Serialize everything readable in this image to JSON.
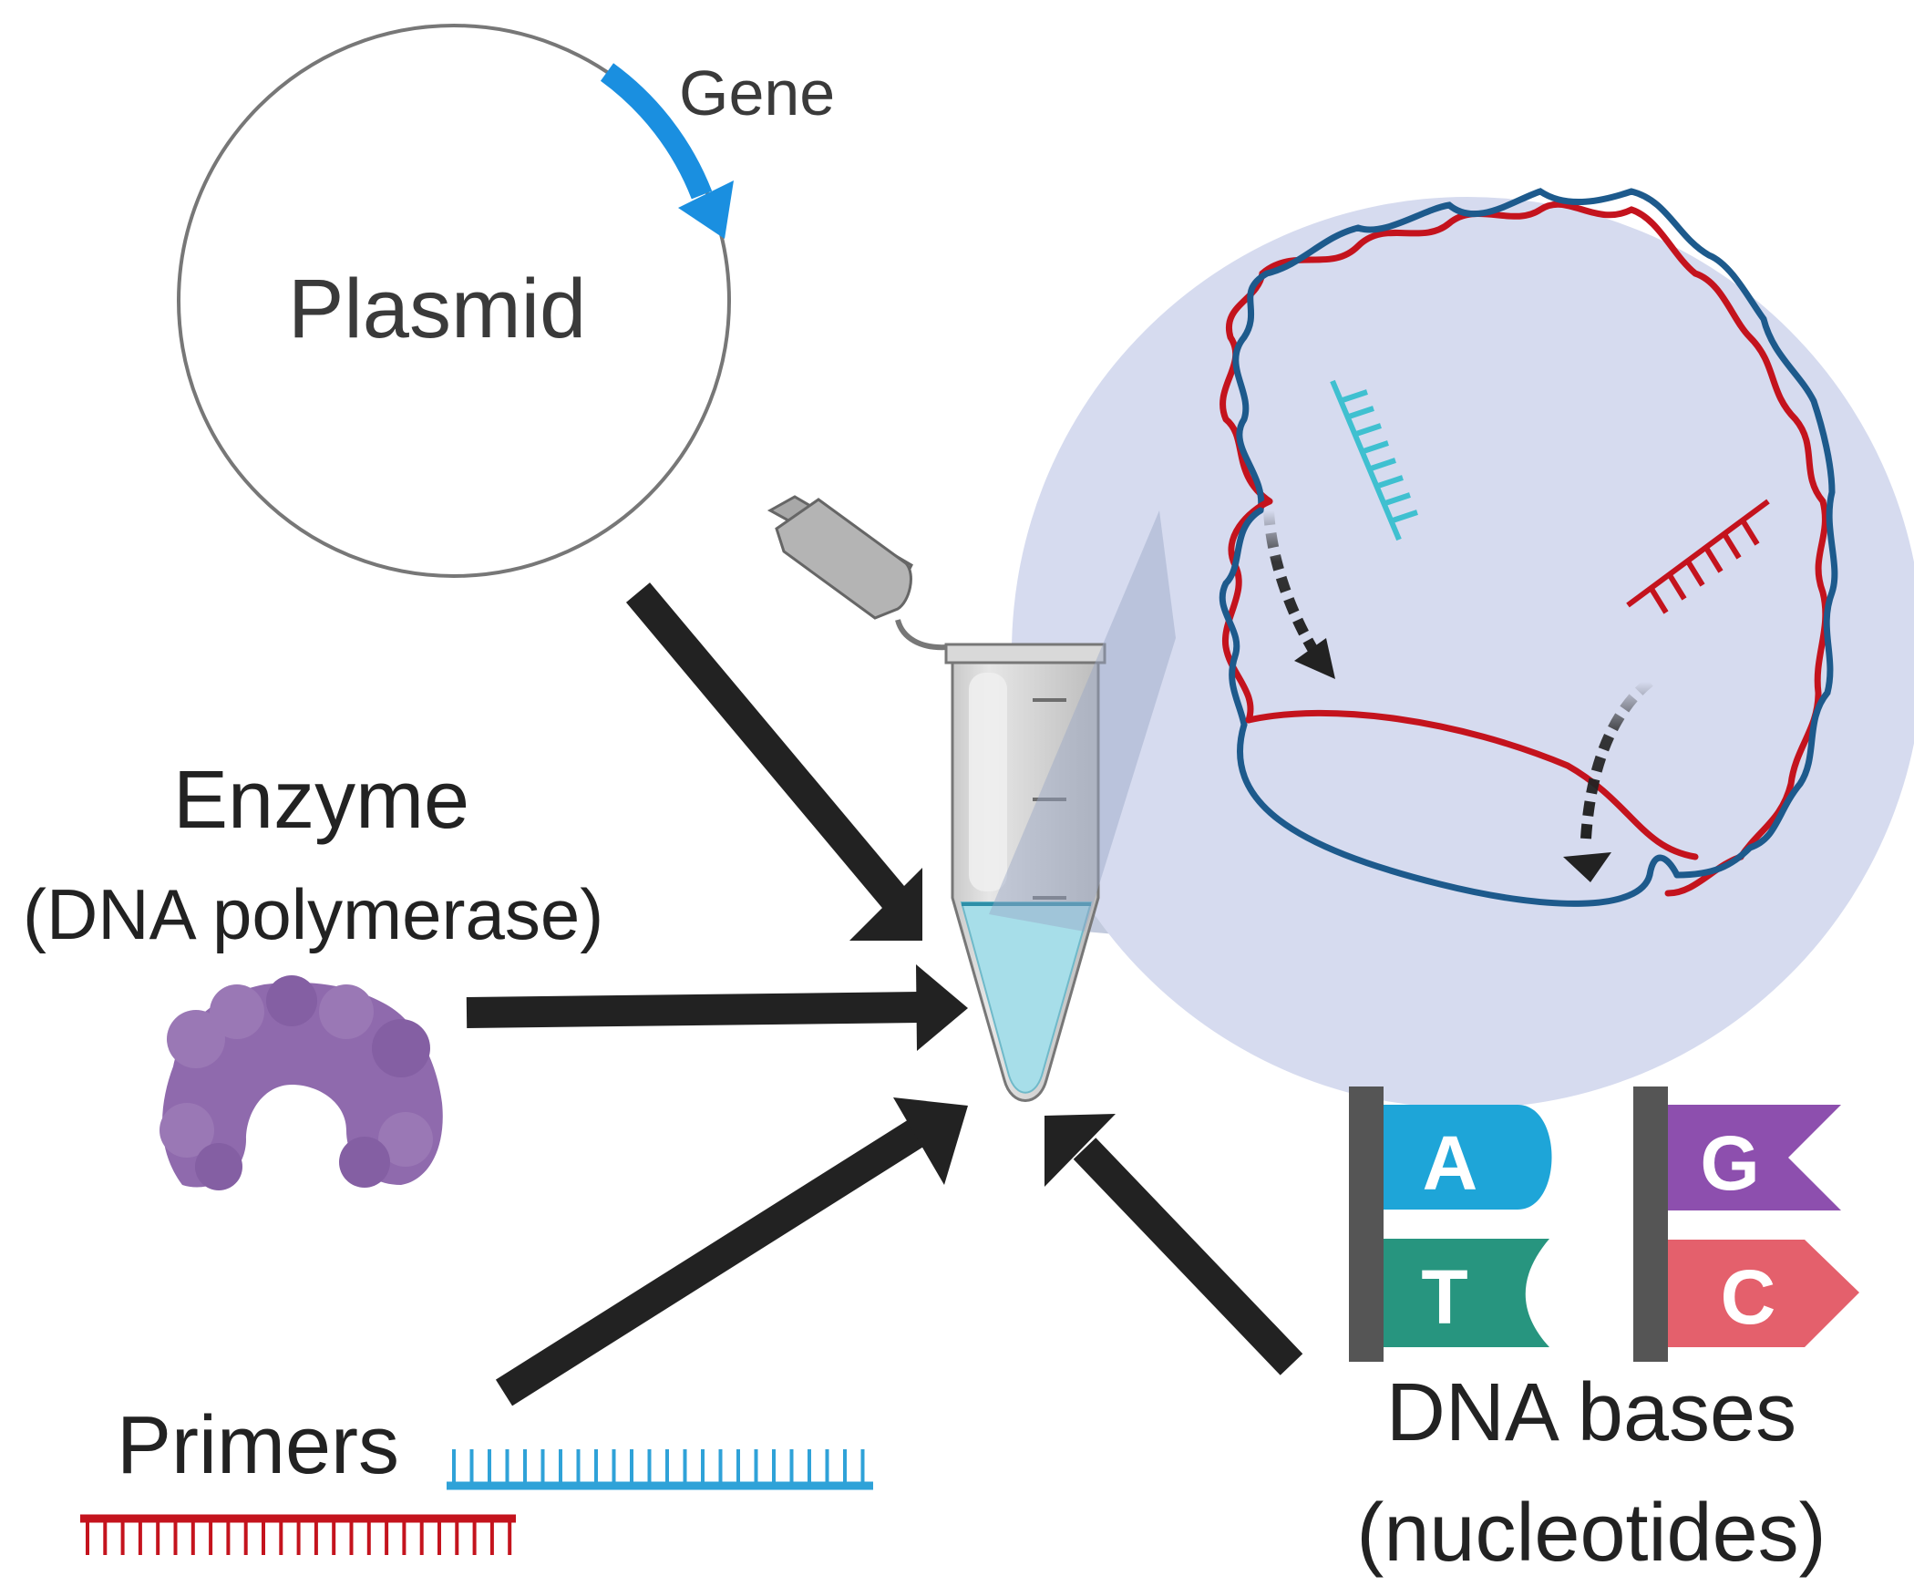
{
  "labels": {
    "gene": "Gene",
    "plasmid": "Plasmid",
    "enzyme": "Enzyme",
    "enzyme_detail": "(DNA polymerase)",
    "primers": "Primers",
    "bases": "DNA bases",
    "bases_detail": "(nucleotides)"
  },
  "nucleotides": [
    {
      "letter": "A",
      "color": "#1ea5d8"
    },
    {
      "letter": "T",
      "color": "#27957f"
    },
    {
      "letter": "G",
      "color": "#8d4fae"
    },
    {
      "letter": "C",
      "color": "#e4606c"
    }
  ],
  "colors": {
    "gene_arrow": "#1a8fe0",
    "arrow": "#222222",
    "strand_red": "#c4131d",
    "strand_blue": "#1d5a8c",
    "primer_cyan": "#3fc0d0",
    "primer_blue": "#2fa2d8",
    "enzyme": "#8f6aad",
    "zoom_bg": "#d6dbef",
    "liquid": "#a7dee9"
  }
}
